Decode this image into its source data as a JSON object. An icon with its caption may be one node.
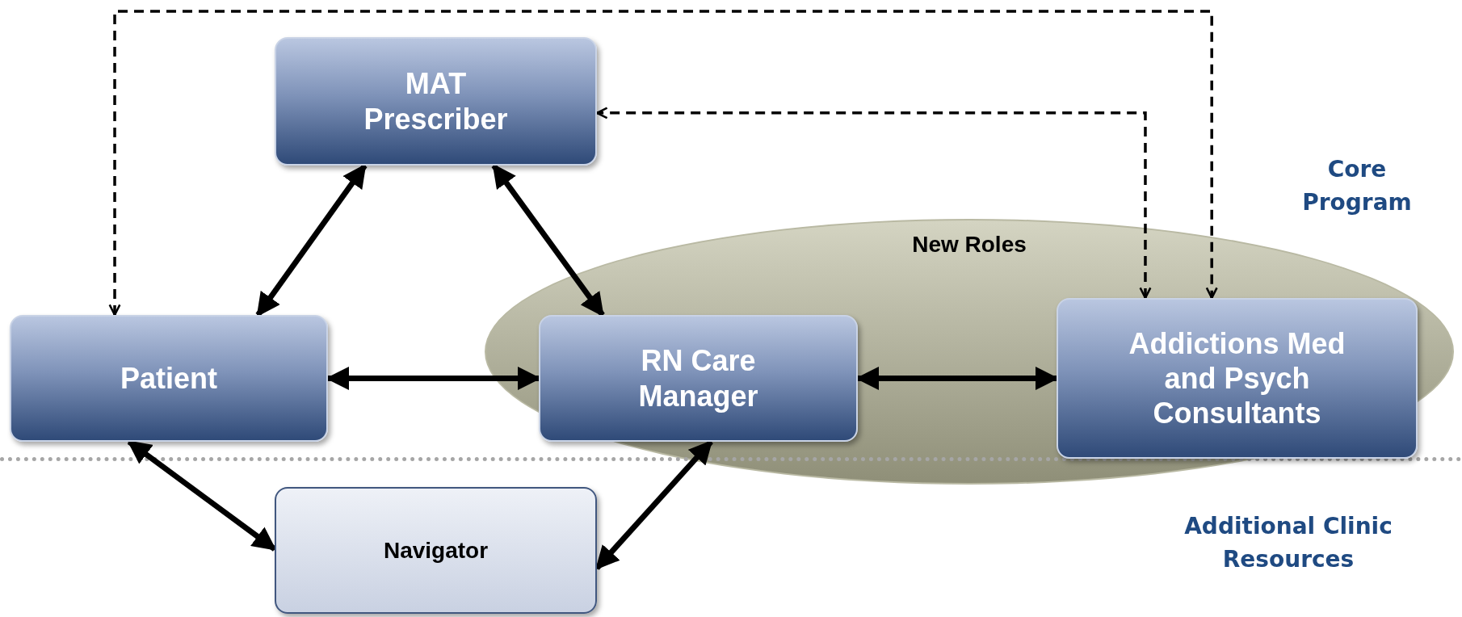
{
  "diagram": {
    "nodes": [
      {
        "text": [
          "MAT Prescriber"
        ]
      },
      {
        "text": [
          "Patient"
        ]
      },
      {
        "text": [
          "New Roles"
        ]
      },
      {
        "text": [
          "RN Care Manager"
        ],
        "in": 2
      },
      {
        "text": [
          "Addictions Med and Psych Consultants"
        ],
        "in": 2
      },
      {
        "text": [
          "Navigator"
        ]
      }
    ],
    "edges": [
      {
        "from": 0,
        "to": 1,
        "arrow": "both"
      },
      {
        "from": 0,
        "to": 3,
        "arrow": "both"
      },
      {
        "from": 1,
        "to": 3,
        "arrow": "both"
      },
      {
        "from": 3,
        "to": 4,
        "arrow": "both"
      },
      {
        "from": 1,
        "to": 5,
        "arrow": "both"
      },
      {
        "from": 5,
        "to": 3,
        "arrow": "both"
      },
      {
        "from": 4,
        "to": 0,
        "arrow": "both",
        "style": "dashed"
      },
      {
        "from": 1,
        "to": 4,
        "arrow": "both",
        "style": "dashed"
      }
    ],
    "labels": [
      "Core Program",
      "Additional Clinic Resources"
    ]
  }
}
